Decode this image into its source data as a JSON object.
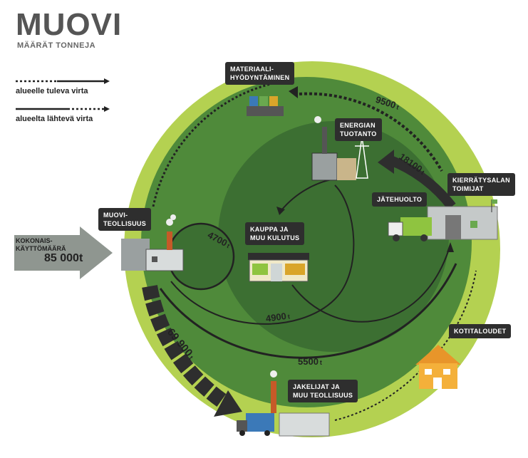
{
  "title": "MUOVI",
  "subtitle": "MÄÄRÄT TONNEJA",
  "legend": {
    "incoming": "alueelle tuleva virta",
    "outgoing": "alueelta lähtevä virta"
  },
  "total": {
    "label_line1": "KOKONAIS-",
    "label_line2": "KÄYTTÖMÄÄRÄ",
    "value": "85 000t"
  },
  "nodes": {
    "materials": {
      "line1": "MATERIAALI-",
      "line2": "HYÖDYNTÄMINEN"
    },
    "energy": {
      "line1": "ENERGIAN",
      "line2": "TUOTANTO"
    },
    "recyclers": {
      "line1": "KIERRÄTYSALAN",
      "line2": "TOIMIJAT"
    },
    "waste": {
      "line1": "JÄTEHUOLTO"
    },
    "industry": {
      "line1": "MUOVI-",
      "line2": "TEOLLISUUS"
    },
    "retail": {
      "line1": "KAUPPA JA",
      "line2": "MUU KULUTUS"
    },
    "households": {
      "line1": "KOTITALOUDET"
    },
    "distributors": {
      "line1": "JAKELIJAT JA",
      "line2": "MUU TEOLLISUUS"
    }
  },
  "flows": {
    "f9500": {
      "value": "9500",
      "unit": "t"
    },
    "f18100": {
      "value": "18100",
      "unit": "t"
    },
    "f4700": {
      "value": "4700",
      "unit": "t"
    },
    "f4900": {
      "value": "4900",
      "unit": "t"
    },
    "f5500": {
      "value": "5500",
      "unit": "t"
    },
    "f69900": {
      "value": "69 900",
      "unit": "t"
    }
  },
  "colors": {
    "outer_green": "#4f8a3a",
    "inner_green": "#3c6f32",
    "lime": "#b4d151",
    "dark": "#2e2e2e",
    "grey_arrow": "#8f9690"
  },
  "icons": [
    "factory-icon",
    "power-plant-icon",
    "recycling-bins-icon",
    "recycling-facility-icon",
    "garbage-truck-icon",
    "shop-icon",
    "house-icon",
    "delivery-truck-icon"
  ]
}
